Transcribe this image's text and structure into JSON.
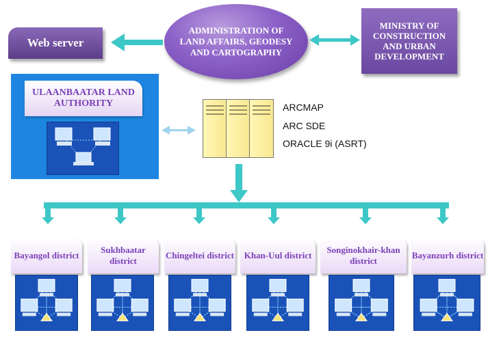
{
  "web_server": "Web server",
  "administration": "ADMINISTRATION OF LAND AFFAIRS, GEODESY AND CARTOGRAPHY",
  "ministry": "MINISTRY OF CONSTRUCTION AND URBAN DEVELOPMENT",
  "ulaanbaatar": "ULAANBAATAR LAND AUTHORITY",
  "software": [
    "ARCMAP",
    "ARC SDE",
    "ORACLE 9i (ASRT)"
  ],
  "districts": [
    "Bayangol district",
    "Sukhbaatar district",
    "Chingeltei district",
    "Khan-Uul district",
    "Songinokhair-khan district",
    "Bayanzurh district"
  ],
  "colors": {
    "arrow": "#3ec7c7",
    "box_purple": "#6b48a0",
    "district_text": "#7a3fb8",
    "panel_blue": "#1e86e0",
    "network_blue": "#1a52b8"
  }
}
